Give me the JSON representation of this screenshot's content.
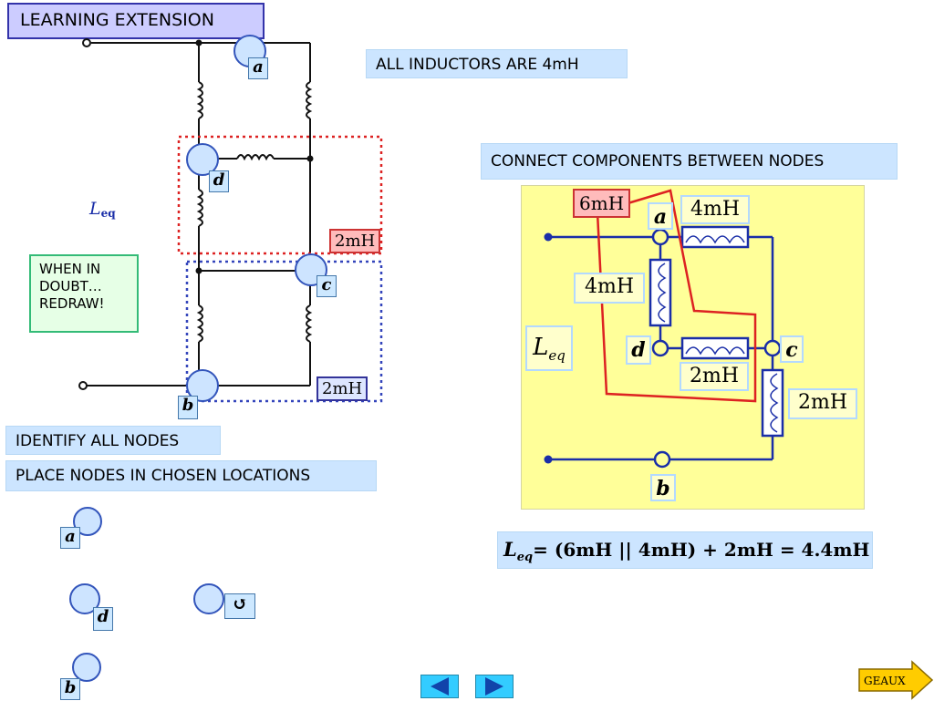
{
  "title": "LEARNING EXTENSION",
  "notes": {
    "all_inductors": "ALL INDUCTORS ARE 4mH",
    "connect": "CONNECT COMPONENTS BETWEEN NODES",
    "identify": "IDENTIFY ALL NODES",
    "place": "PLACE NODES IN CHOSEN LOCATIONS",
    "doubt": [
      "WHEN IN",
      "DOUBT…",
      "REDRAW!"
    ]
  },
  "left_circuit": {
    "leq_main": "L",
    "leq_sub": "eq",
    "nodes": [
      "a",
      "d",
      "c",
      "b"
    ],
    "red_value": "2mH",
    "blue_value": "2mH"
  },
  "palette": {
    "nodes": [
      "a",
      "d",
      "b"
    ],
    "undo_glyph": "↺"
  },
  "right_circuit": {
    "red_value": "6mH",
    "top_value": "4mH",
    "left_value": "4mH",
    "mid_value": "2mH",
    "right_value": "2mH",
    "leq_main": "L",
    "leq_sub": "eq",
    "nodes": [
      "a",
      "d",
      "c",
      "b"
    ]
  },
  "equation": {
    "lhs_main": "L",
    "lhs_sub": "eq",
    "rhs": "= (6mH || 4mH) + 2mH = 4.4mH"
  },
  "nav": {
    "prev_icon": "left-arrow-icon",
    "next_icon": "right-arrow-icon",
    "geaux_label": "GEAUX"
  },
  "colors": {
    "wire_blue": "#1a2ea8",
    "red": "#dd2222",
    "yellow_panel": "#ffff99"
  }
}
